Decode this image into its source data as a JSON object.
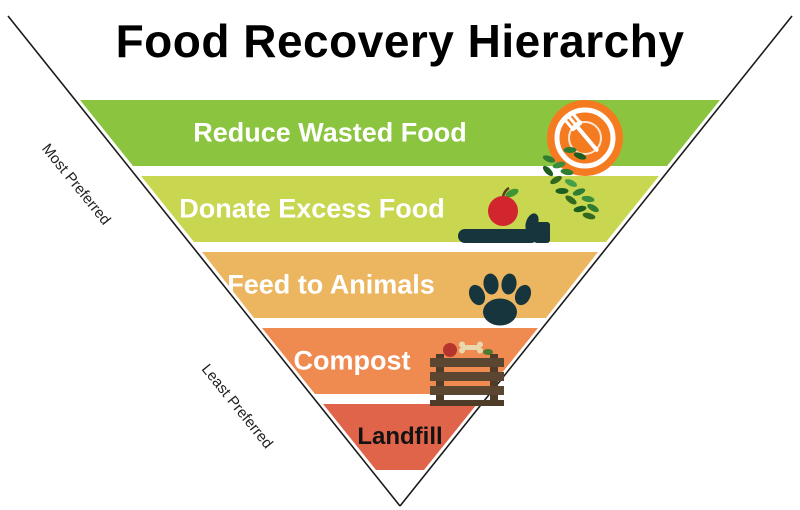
{
  "title": "Food Recovery Hierarchy",
  "labels": {
    "most_preferred": "Most Preferred",
    "least_preferred": "Least Preferred"
  },
  "tiers": [
    {
      "label": "Reduce Wasted Food",
      "color": "#8bc53f",
      "text_color": "#ffffff",
      "icon": "plate-fork-greens-icon"
    },
    {
      "label": "Donate Excess Food",
      "color": "#c8d650",
      "text_color": "#ffffff",
      "icon": "hand-apple-icon"
    },
    {
      "label": "Feed to Animals",
      "color": "#ecb661",
      "text_color": "#ffffff",
      "icon": "paw-print-icon"
    },
    {
      "label": "Compost",
      "color": "#ef8a50",
      "text_color": "#ffffff",
      "icon": "compost-bin-icon"
    },
    {
      "label": "Landfill",
      "color": "#df6449",
      "text_color": "#131313",
      "icon": "none"
    }
  ],
  "colors": {
    "outline": "#1a1a1a",
    "title": "#000000",
    "plate_orange": "#f47b20",
    "greens": "#2e7d32",
    "apple_red": "#d1262e",
    "dark_icon": "#17353c",
    "bin_brown": "#5b4632"
  }
}
